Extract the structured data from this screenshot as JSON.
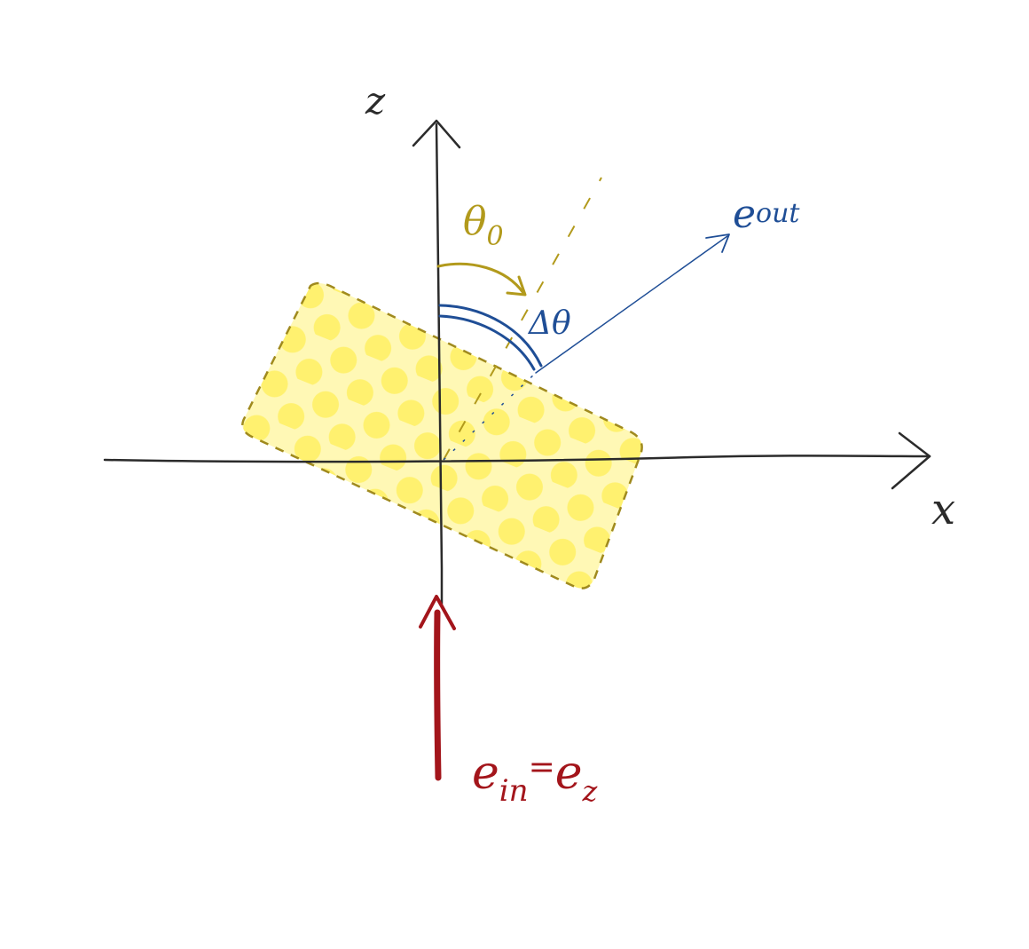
{
  "axes": {
    "z_label": "z",
    "x_label": "x"
  },
  "angles": {
    "theta0_symbol": "θ",
    "theta0_subscript": "0",
    "delta_theta": "Δθ"
  },
  "vectors": {
    "out_main": "e",
    "out_sub": "out",
    "in_main": "e",
    "in_sub": "in",
    "equals": "=",
    "z_main": "e",
    "z_sub": "z"
  },
  "colors": {
    "axis": "#2b2b2b",
    "crystal_fill": "#fff59d",
    "crystal_dots": "#ffeb3b",
    "crystal_edge": "#a08a1e",
    "theta_gold": "#b29a1c",
    "out_blue": "#1f4e96",
    "in_red": "#a3151b"
  }
}
